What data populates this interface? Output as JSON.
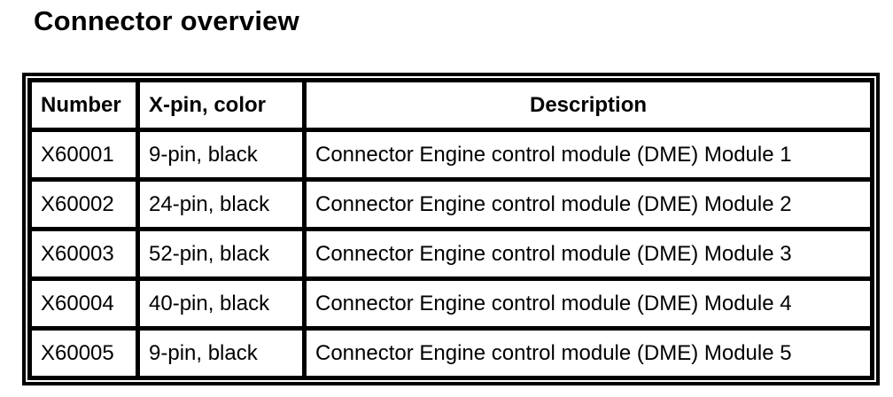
{
  "title": "Connector overview",
  "table": {
    "headers": [
      "Number",
      "X-pin, color",
      "Description"
    ],
    "rows": [
      {
        "number": "X60001",
        "pin_color": "9-pin, black",
        "description": "Connector Engine control module (DME) Module 1"
      },
      {
        "number": "X60002",
        "pin_color": "24-pin, black",
        "description": "Connector Engine control module (DME) Module 2"
      },
      {
        "number": "X60003",
        "pin_color": "52-pin, black",
        "description": "Connector Engine control module (DME) Module 3"
      },
      {
        "number": "X60004",
        "pin_color": "40-pin, black",
        "description": "Connector Engine control module (DME) Module 4"
      },
      {
        "number": "X60005",
        "pin_color": "9-pin, black",
        "description": "Connector Engine control module (DME) Module 5"
      }
    ]
  },
  "colors": {
    "text": "#000000",
    "background": "#ffffff",
    "border": "#000000"
  }
}
